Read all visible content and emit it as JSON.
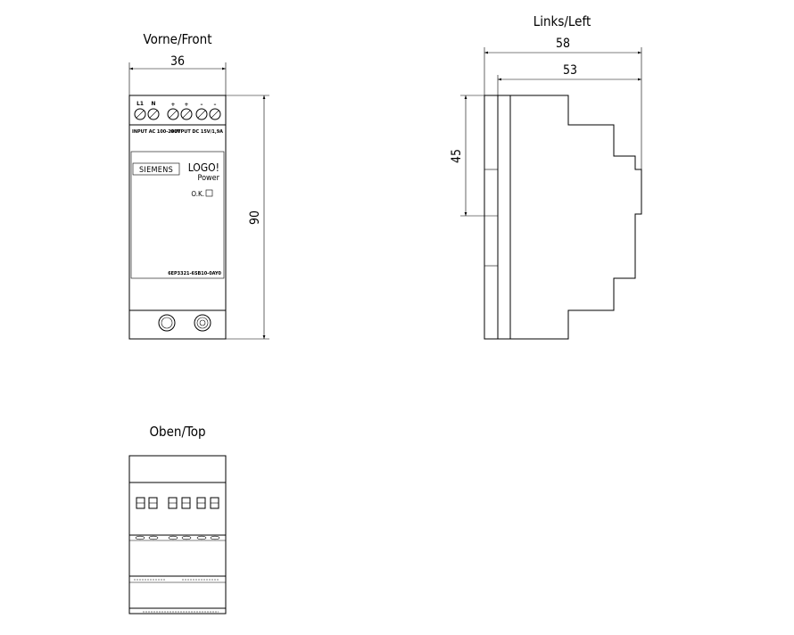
{
  "views": {
    "front": {
      "title": "Vorne/Front",
      "dim_width": "36",
      "dim_height": "90",
      "terminal_labels": [
        "L1",
        "N",
        "+",
        "+",
        "–",
        "–"
      ],
      "input_label": "INPUT AC 100-240V",
      "output_label": "OUTPUT DC 15V/1,9A",
      "brand": "SIEMENS",
      "product": "LOGO!",
      "product_sub": "Power",
      "status_label": "O.K.",
      "part_number": "6EP3321-6SB10-0AY0"
    },
    "left": {
      "title": "Links/Left",
      "dim_overall": "58",
      "dim_body": "53",
      "dim_rail": "45"
    },
    "top": {
      "title": "Oben/Top"
    }
  }
}
